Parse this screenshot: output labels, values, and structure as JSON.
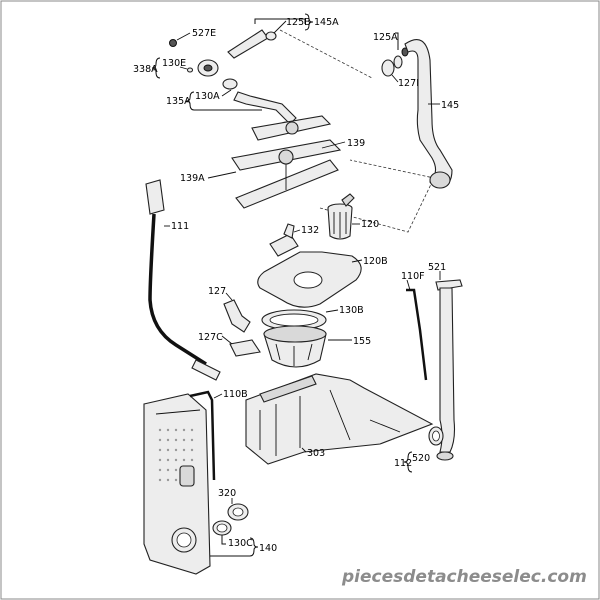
{
  "labels": {
    "l527E": "527E",
    "l125B": "125B",
    "l145A": "145A",
    "l125A": "125A",
    "l338A": "338A",
    "l130E": "130E",
    "l127B": "127B",
    "l135A": "135A",
    "l130A": "130A",
    "l145": "145",
    "l139": "139",
    "l139A": "139A",
    "l111": "111",
    "l132": "132",
    "l120": "120",
    "l120B": "120B",
    "l521": "521",
    "l110F": "110F",
    "l127": "127",
    "l130B": "130B",
    "l127C": "127C",
    "l155": "155",
    "l110B": "110B",
    "l303": "303",
    "l320": "320",
    "l520": "520",
    "l112": "112",
    "l130C": "130C",
    "l140": "140"
  },
  "watermark": "piecesdetacheeselec.com"
}
